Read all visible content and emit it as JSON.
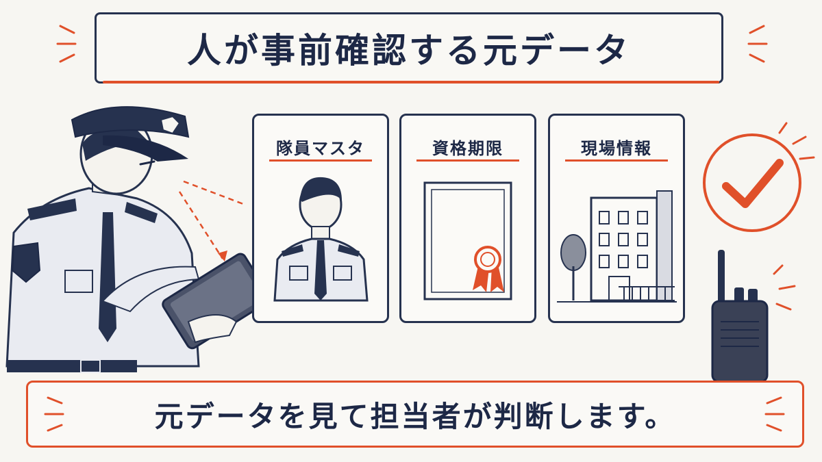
{
  "title": "人が事前確認する元データ",
  "cards": [
    {
      "label": "隊員マスタ",
      "icon": "guard-portrait-icon"
    },
    {
      "label": "資格期限",
      "icon": "certificate-icon"
    },
    {
      "label": "現場情報",
      "icon": "building-icon"
    }
  ],
  "caption": "元データを見て担当者が判断します。",
  "colors": {
    "navy": "#1d2846",
    "accent": "#e0502a",
    "background": "#f7f6f2"
  }
}
